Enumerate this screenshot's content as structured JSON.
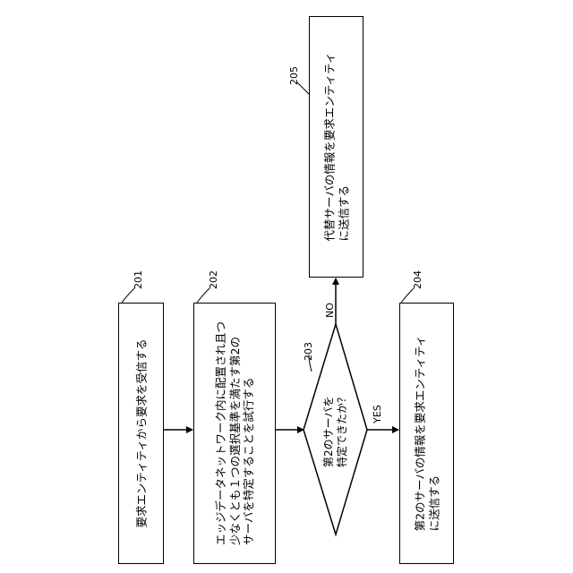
{
  "steps": {
    "s201": {
      "ref": "201",
      "lines": [
        "要求エンティティから要求を受信する"
      ]
    },
    "s202": {
      "ref": "202",
      "lines": [
        "エッジデータネットワーク内に配置され且つ",
        "少なくとも１つの選択基準を満たす第2の",
        "サーバを特定することを試行する"
      ]
    },
    "s203": {
      "ref": "203",
      "lines": [
        "第2のサーバを",
        "特定できたか？"
      ]
    },
    "s204": {
      "ref": "204",
      "lines": [
        "第2のサーバの情報を要求エンティティ",
        "に送信する"
      ]
    },
    "s205": {
      "ref": "205",
      "lines": [
        "代替サーバの情報を要求エンティティ",
        "に送信する"
      ]
    }
  },
  "edges": {
    "yes": "YES",
    "no": "NO"
  }
}
